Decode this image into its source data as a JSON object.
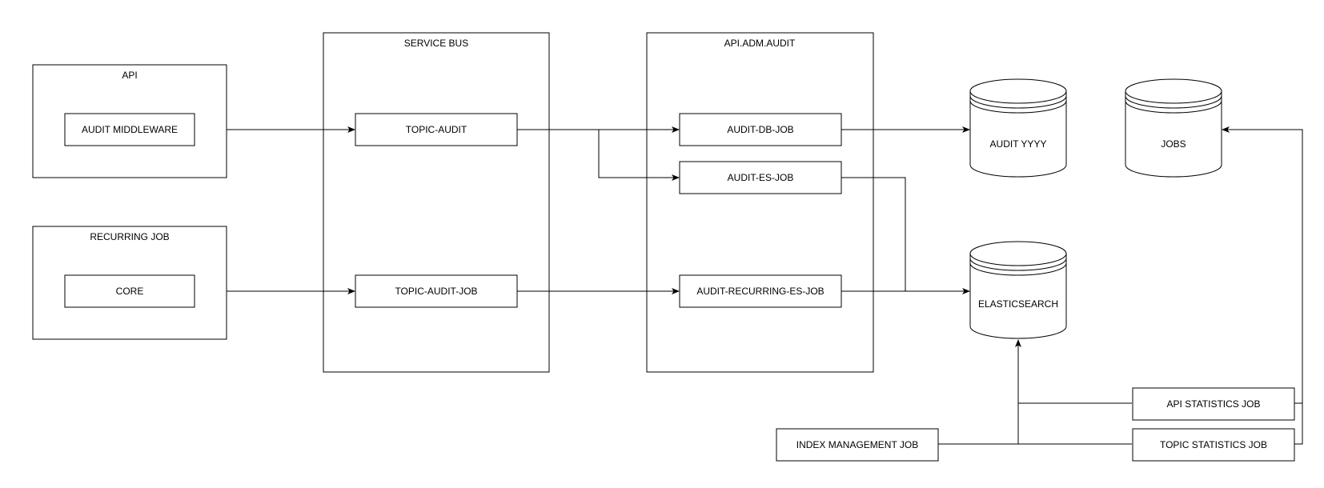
{
  "groups": {
    "api": "API",
    "recurring_job": "RECURRING JOB",
    "service_bus": "SERVICE BUS",
    "api_adm_audit": "API.ADM.AUDIT"
  },
  "nodes": {
    "audit_middleware": "AUDIT MIDDLEWARE",
    "core": "CORE",
    "topic_audit": "TOPIC-AUDIT",
    "topic_audit_job": "TOPIC-AUDIT-JOB",
    "audit_db_job": "AUDIT-DB-JOB",
    "audit_es_job": "AUDIT-ES-JOB",
    "audit_recurring_es_job": "AUDIT-RECURRING-ES-JOB",
    "index_management_job": "INDEX MANAGEMENT JOB",
    "api_statistics_job": "API STATISTICS JOB",
    "topic_statistics_job": "TOPIC STATISTICS JOB"
  },
  "databases": {
    "audit_yyyy": "AUDIT YYYY",
    "jobs": "JOBS",
    "elasticsearch": "ELASTICSEARCH"
  },
  "colors": {
    "stroke": "#000000",
    "fill": "#ffffff"
  }
}
